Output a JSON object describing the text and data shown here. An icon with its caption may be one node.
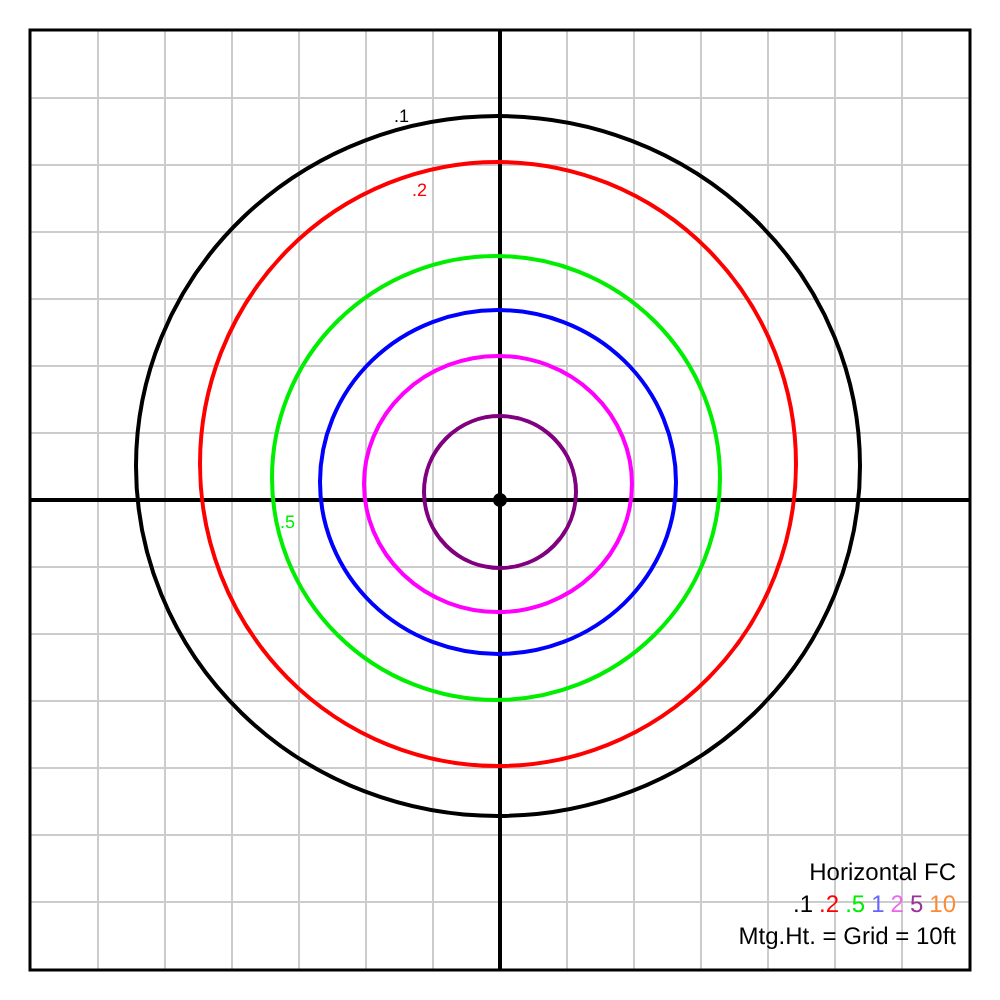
{
  "diagram": {
    "labels": [
      ".1",
      ".2",
      ".5",
      "Horizontal FC",
      "Mtg.Ht. = Grid = 10ft"
    ],
    "legend": [
      {
        "text": ".1",
        "color": "#000000"
      },
      {
        "text": ".2",
        "color": "#ff0000"
      },
      {
        "text": ".5",
        "color": "#00ee00"
      },
      {
        "text": "1",
        "color": "#6666ff"
      },
      {
        "text": "2",
        "color": "#ee66ee"
      },
      {
        "text": "5",
        "color": "#993399"
      },
      {
        "text": "10",
        "color": "#ff8833"
      }
    ]
  }
}
